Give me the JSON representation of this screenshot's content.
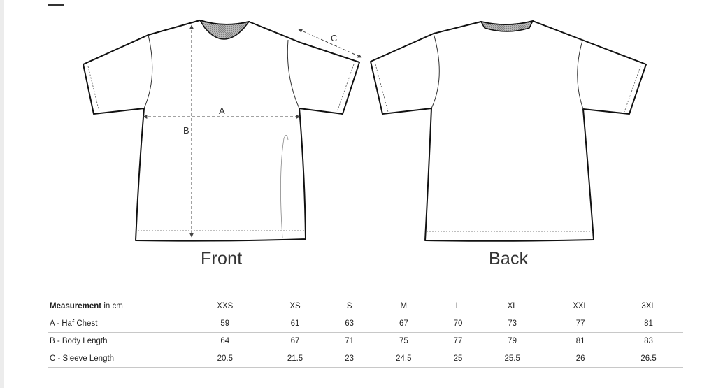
{
  "diagram": {
    "measure_labels": [
      "A",
      "B",
      "C"
    ],
    "views": [
      {
        "id": "front",
        "label": "Front"
      },
      {
        "id": "back",
        "label": "Back"
      }
    ]
  },
  "table": {
    "header_bold": "Measurement",
    "header_unit": " in cm",
    "sizes": [
      "XXS",
      "XS",
      "S",
      "M",
      "L",
      "XL",
      "XXL",
      "3XL"
    ],
    "rows": [
      {
        "label": "A - Haf Chest",
        "values": [
          "59",
          "61",
          "63",
          "67",
          "70",
          "73",
          "77",
          "81"
        ]
      },
      {
        "label": "B - Body Length",
        "values": [
          "64",
          "67",
          "71",
          "75",
          "77",
          "79",
          "81",
          "83"
        ]
      },
      {
        "label": "C - Sleeve Length",
        "values": [
          "20.5",
          "21.5",
          "23",
          "24.5",
          "25",
          "25.5",
          "26",
          "26.5"
        ]
      }
    ]
  }
}
